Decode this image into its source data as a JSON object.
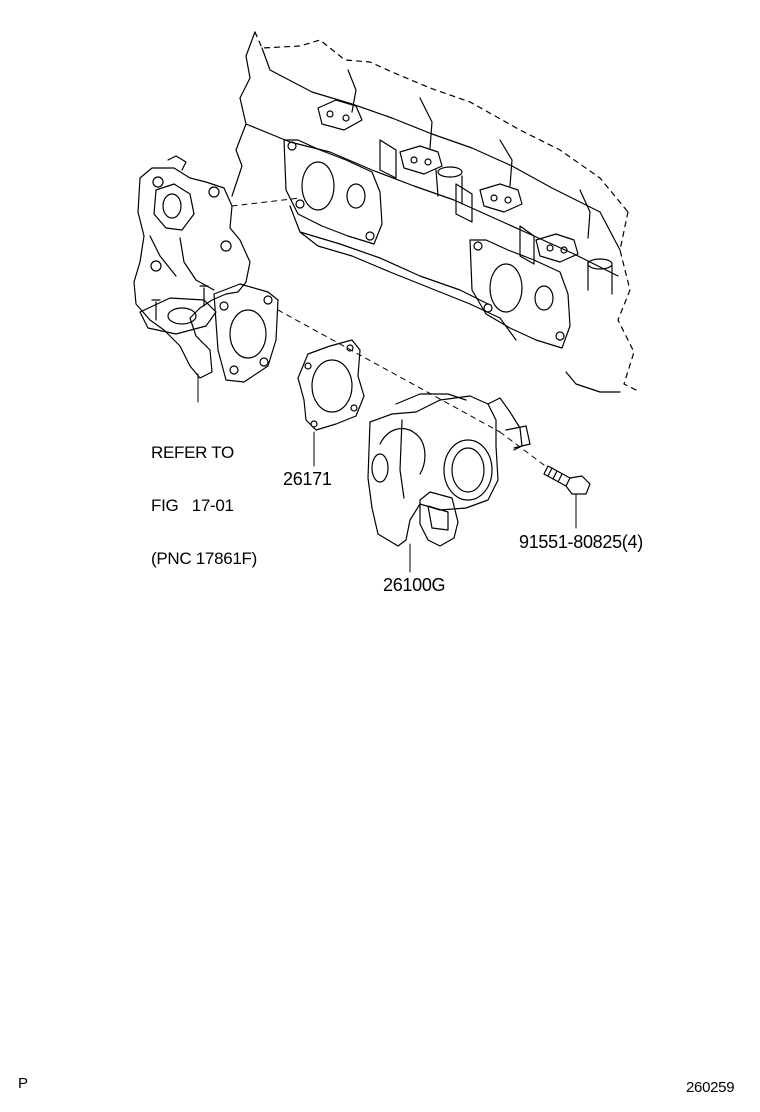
{
  "diagram": {
    "reference_note": {
      "lines": [
        "REFER TO",
        "FIG   17-01",
        "(PNC 17861F)"
      ]
    },
    "parts": {
      "gasket": "26171",
      "throttle_body": "26100G",
      "bolt": "91551-80825(4)"
    },
    "corner_left": "P",
    "corner_right": "260259"
  }
}
